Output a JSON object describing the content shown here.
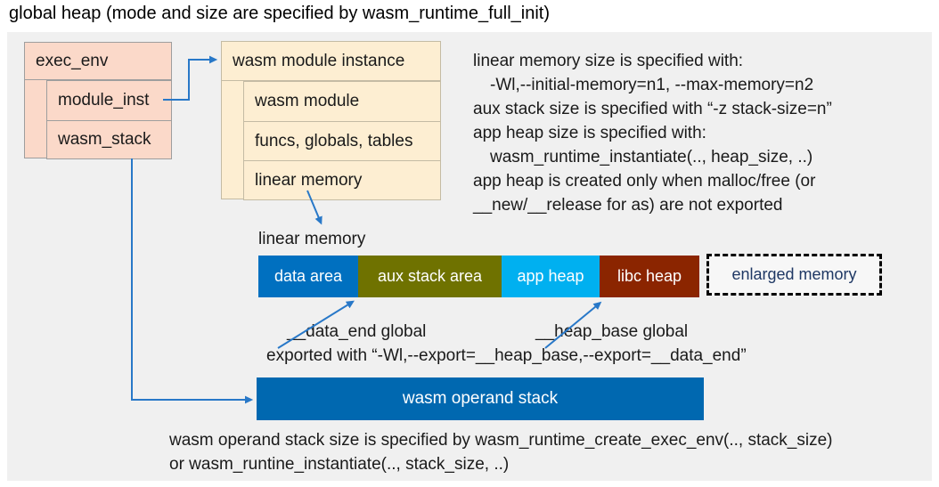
{
  "title": "global heap (mode and size are specified by wasm_runtime_full_init)",
  "exec_env_box": {
    "title": "exec_env",
    "rows": [
      {
        "label": "module_inst"
      },
      {
        "label": "wasm_stack"
      }
    ]
  },
  "module_instance_box": {
    "title": "wasm module instance",
    "rows": [
      {
        "label": "wasm module"
      },
      {
        "label": "funcs, globals, tables"
      },
      {
        "label": "linear memory"
      }
    ]
  },
  "right_notes": {
    "lines": [
      {
        "text": "linear memory size is specified with:"
      },
      {
        "text": "-Wl,--initial-memory=n1, --max-memory=n2"
      },
      {
        "text": "aux stack size is specified with “-z stack-size=n”"
      },
      {
        "text": "app heap size is specified with:"
      },
      {
        "text": "wasm_runtime_instantiate(.., heap_size, ..)"
      },
      {
        "text": "app heap is created only when malloc/free (or"
      },
      {
        "text": "__new/__release for as) are not exported"
      }
    ]
  },
  "linear_memory": {
    "label": "linear memory",
    "segments": [
      {
        "label": "data area",
        "color": "#0070C0",
        "text_color": "#FFFFFF"
      },
      {
        "label": "aux stack area",
        "color": "#6F7200",
        "text_color": "#FFFFFF"
      },
      {
        "label": "app heap",
        "color": "#00B0F0",
        "text_color": "#FFFFFF"
      },
      {
        "label": "libc heap",
        "color": "#8B2500",
        "text_color": "#FFFFFF"
      },
      {
        "label": "enlarged memory",
        "color": "#F7F7F7",
        "text_color": "#1F3864",
        "border": "dashed"
      }
    ],
    "annotations": {
      "data_end_label": "__data_end global",
      "heap_base_label": "__heap_base global",
      "export_note": "exported with “-Wl,--export=__heap_base,--export=__data_end”"
    }
  },
  "operand_stack": {
    "label": "wasm operand stack",
    "color": "#0068B0",
    "notes": [
      "wasm operand stack size is specified by wasm_runtime_create_exec_env(.., stack_size)",
      "or wasm_runtine_instantiate(.., stack_size, ..)"
    ]
  },
  "colors": {
    "canvas": "#F0F0F0",
    "struct_box_fill": "#FBD9C9",
    "struct_box_border": "#9E9E9E",
    "instance_box_fill": "#FDEED2",
    "instance_box_border": "#C4BBA4",
    "arrow": "#2878C8",
    "text": "#1A1A1A"
  }
}
